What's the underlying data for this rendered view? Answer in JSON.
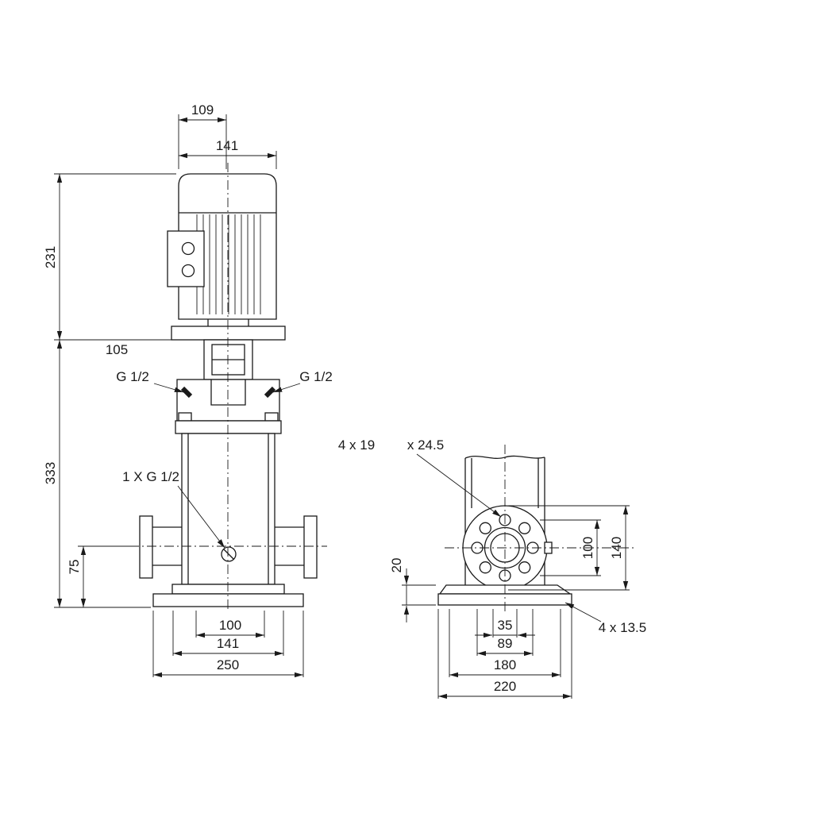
{
  "page": {
    "background": "#ffffff",
    "line_color": "#1a1a1a"
  },
  "front_view": {
    "dim_109": "109",
    "dim_141_motor": "141",
    "dim_231": "231",
    "dim_105": "105",
    "port_left": "G 1/2",
    "port_right": "G 1/2",
    "dim_333": "333",
    "drain_port": "1 X G 1/2",
    "dim_75": "75",
    "dim_100": "100",
    "dim_141_foot": "141",
    "dim_250": "250"
  },
  "side_view": {
    "flange_holes": "4 x 19",
    "flange_spotface": "x 24.5",
    "dim_20": "20",
    "dim_100": "100",
    "dim_140": "140",
    "dim_35": "35",
    "dim_89": "89",
    "dim_180": "180",
    "dim_220": "220",
    "base_holes": "4  x 13.5"
  }
}
